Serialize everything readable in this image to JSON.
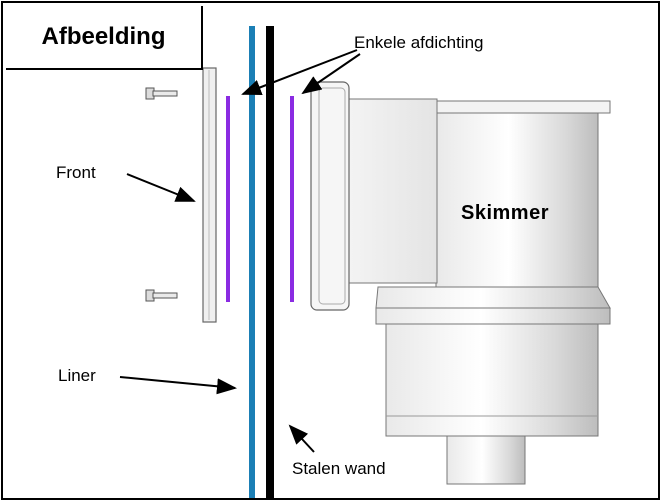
{
  "title": "Afbeelding",
  "labels": {
    "seal": "Enkele afdichting",
    "front": "Front",
    "skimmer": "Skimmer",
    "liner": "Liner",
    "wall": "Stalen wand"
  },
  "colors": {
    "liner": "#1b7fb5",
    "wall": "#000000",
    "seal": "#8a2be2",
    "skimmer_body": "#f2f2f2",
    "outline": "#555555"
  }
}
